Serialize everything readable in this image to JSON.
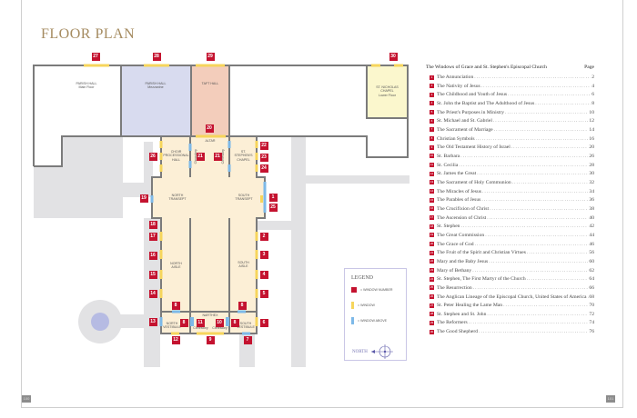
{
  "title": "FLOOR PLAN",
  "floor_plan": {
    "rooms": {
      "parish_hall_main": [
        "PARISH HALL",
        "Main Floor"
      ],
      "parish_hall_mezz": [
        "PARISH HALL",
        "Mezzanine"
      ],
      "taft_hall": "TAFT HALL",
      "st_nicholas": [
        "ST. NICHOLAS",
        "CHAPEL",
        "Lower Floor"
      ],
      "altar": "ALTAR",
      "choir": [
        "CHOIR",
        "PROCESSIONAL",
        "HALL"
      ],
      "st_stephens": [
        "ST.",
        "STEPHEN'S",
        "CHAPEL"
      ],
      "clerestory": "Clerestory",
      "north_transept": [
        "NORTH",
        "TRANSEPT"
      ],
      "south_transept": [
        "SOUTH",
        "TRANSEPT"
      ],
      "north_aisle": [
        "NORTH",
        "AISLE"
      ],
      "south_aisle": [
        "SOUTH",
        "AISLE"
      ],
      "narthex": "NARTHEX",
      "north_vestibule": [
        "NORTH",
        "VESTIBULE"
      ],
      "south_vestibule": [
        "SOUTH",
        "VESTIBULE"
      ]
    },
    "window_markers": [
      "27",
      "28",
      "29",
      "30",
      "20",
      "26",
      "21",
      "21",
      "22",
      "23",
      "24",
      "19",
      "1",
      "25",
      "18",
      "17",
      "2",
      "16",
      "3",
      "15",
      "4",
      "14",
      "5",
      "8",
      "8",
      "13",
      "8",
      "11",
      "10",
      "8",
      "6",
      "12",
      "9",
      "7"
    ],
    "colors": {
      "marker": "#c4122f",
      "window": "#f6d55c",
      "window_above": "#7db9e8",
      "mezzanine": "#d8dbef",
      "taft": "#f3cdbb",
      "chapel": "#fbf7cd",
      "church": "#fcefd6"
    }
  },
  "legend": {
    "title": "LEGEND",
    "marker_sample": "8",
    "window_number": "= WINDOW NUMBER",
    "window": "= WINDOW",
    "window_above": "= WINDOW ABOVE",
    "north": "NORTH"
  },
  "toc": {
    "heading": "The Windows of Grace and St. Stephen's Episcopal Church",
    "page_label": "Page",
    "entries": [
      {
        "n": "1",
        "title": "The Annunciation",
        "page": "2"
      },
      {
        "n": "2",
        "title": "The Nativity of Jesus",
        "page": "4"
      },
      {
        "n": "3",
        "title": "The Childhood and Youth of Jesus",
        "page": "6"
      },
      {
        "n": "4",
        "title": "St. John the Baptist and The Adulthood of Jesus",
        "page": "8"
      },
      {
        "n": "5",
        "title": "The Priest's Purposes in Ministry",
        "page": "10"
      },
      {
        "n": "6",
        "title": "St. Michael and St. Gabriel",
        "page": "12"
      },
      {
        "n": "7",
        "title": "The Sacrament of Marriage",
        "page": "14"
      },
      {
        "n": "8",
        "title": "Christian Symbols",
        "page": "16"
      },
      {
        "n": "9",
        "title": "The Old Testament History of Israel",
        "page": "20"
      },
      {
        "n": "10",
        "title": "St. Barbara",
        "page": "26"
      },
      {
        "n": "11",
        "title": "St. Cecilia",
        "page": "28"
      },
      {
        "n": "12",
        "title": "St. James the Great",
        "page": "30"
      },
      {
        "n": "13",
        "title": "The Sacrament of Holy Communion",
        "page": "32"
      },
      {
        "n": "14",
        "title": "The Miracles of Jesus",
        "page": "34"
      },
      {
        "n": "15",
        "title": "The Parables of Jesus",
        "page": "36"
      },
      {
        "n": "16",
        "title": "The Crucifixion of Christ",
        "page": "38"
      },
      {
        "n": "17",
        "title": "The Ascension of Christ",
        "page": "40"
      },
      {
        "n": "18",
        "title": "St. Stephen",
        "page": "42"
      },
      {
        "n": "19",
        "title": "The Great Commission",
        "page": "44"
      },
      {
        "n": "20",
        "title": "The Grace of God",
        "page": "46"
      },
      {
        "n": "21",
        "title": "The Fruit of the Spirit and Christian Virtues",
        "page": "56"
      },
      {
        "n": "22",
        "title": "Mary and the Baby Jesus",
        "page": "60"
      },
      {
        "n": "23",
        "title": "Mary of Bethany",
        "page": "62"
      },
      {
        "n": "24",
        "title": "St. Stephen, The First Martyr of the Church",
        "page": "64"
      },
      {
        "n": "25",
        "title": "The Resurrection",
        "page": "66"
      },
      {
        "n": "26",
        "title": "The Anglican Lineage of the Episcopal Church, United States of America",
        "page": "68"
      },
      {
        "n": "27",
        "title": "St. Peter Healing the Lame Man",
        "page": "70"
      },
      {
        "n": "28",
        "title": "St. Stephen and St. John",
        "page": "72"
      },
      {
        "n": "29",
        "title": "The Reformers",
        "page": "74"
      },
      {
        "n": "30",
        "title": "The Good Shepherd",
        "page": "76"
      }
    ]
  },
  "page_numbers": {
    "left": "100",
    "right": "101"
  }
}
